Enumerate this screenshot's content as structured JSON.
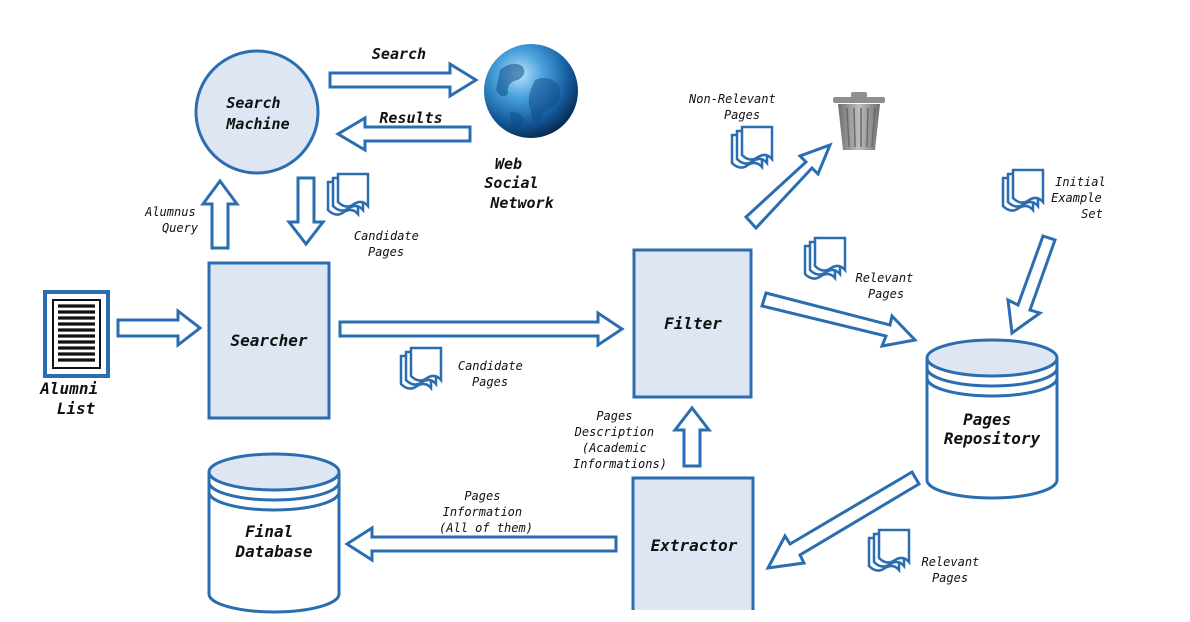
{
  "colors": {
    "line": "#2a6db0",
    "box_fill": "#dde6f2",
    "doc_fill": "#ffffff",
    "globe_dark": "#0b3d73",
    "globe_light": "#7fc3ef",
    "trash": "#8c8c8c"
  },
  "nodes": {
    "search_machine": [
      "Search",
      "Machine"
    ],
    "web": [
      "Web",
      "Social",
      "Network"
    ],
    "searcher": "Searcher",
    "filter": "Filter",
    "extractor": "Extractor",
    "alumni": [
      "Alumni",
      "List"
    ],
    "repository": [
      "Pages",
      "Repository"
    ],
    "final_db": [
      "Final",
      "Database"
    ]
  },
  "edges": {
    "search": "Search",
    "results": "Results",
    "alumnus_query": [
      "Alumnus",
      "Query"
    ],
    "candidate_pages_top": [
      "Candidate",
      "Pages"
    ],
    "candidate_pages_mid": [
      "Candidate",
      "Pages"
    ],
    "non_relevant": [
      "Non-Relevant",
      "Pages"
    ],
    "relevant_top": [
      "Relevant",
      "Pages"
    ],
    "initial_example": [
      "Initial",
      "Example",
      "Set"
    ],
    "pages_description": [
      "Pages",
      "Description",
      "(Academic",
      "Informations)"
    ],
    "pages_information": [
      "Pages",
      "Information",
      "(All of them)"
    ],
    "relevant_bottom": [
      "Relevant",
      "Pages"
    ]
  },
  "icons": {
    "globe": "globe-icon",
    "trash": "trash-can-icon",
    "document_stack": "document-stack-icon",
    "alumni_list": "list-icon"
  }
}
